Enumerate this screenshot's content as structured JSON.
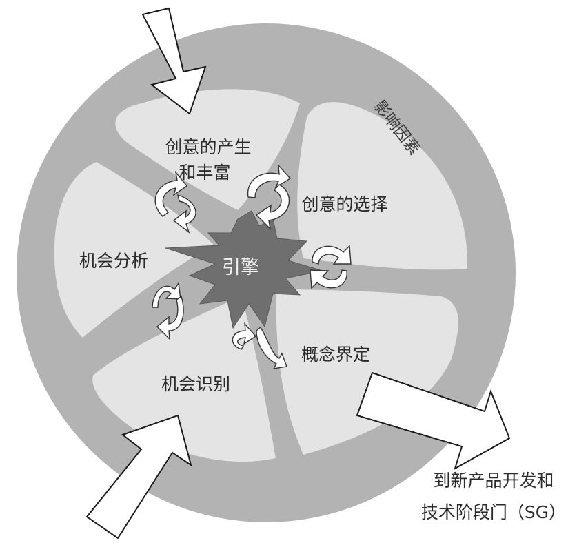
{
  "center": {
    "label": "引擎"
  },
  "sectors": [
    {
      "id": "idea-generation",
      "lines": [
        "创意的产生",
        "和丰富"
      ]
    },
    {
      "id": "idea-selection",
      "lines": [
        "创意的选择"
      ]
    },
    {
      "id": "concept-definition",
      "lines": [
        "概念界定"
      ]
    },
    {
      "id": "opportunity-identification",
      "lines": [
        "机会识别"
      ]
    },
    {
      "id": "opportunity-analysis",
      "lines": [
        "机会分析"
      ]
    }
  ],
  "ring": {
    "label": "影响因素"
  },
  "output": {
    "lines": [
      "到新产品开发和",
      "技术阶段门（SG）"
    ]
  },
  "colors": {
    "ring": "#b3b3b3",
    "spokes": "#b3b3b3",
    "sectors": "#e4e4e4",
    "engine": "#6f6f6f",
    "arrows": "#ffffff"
  }
}
